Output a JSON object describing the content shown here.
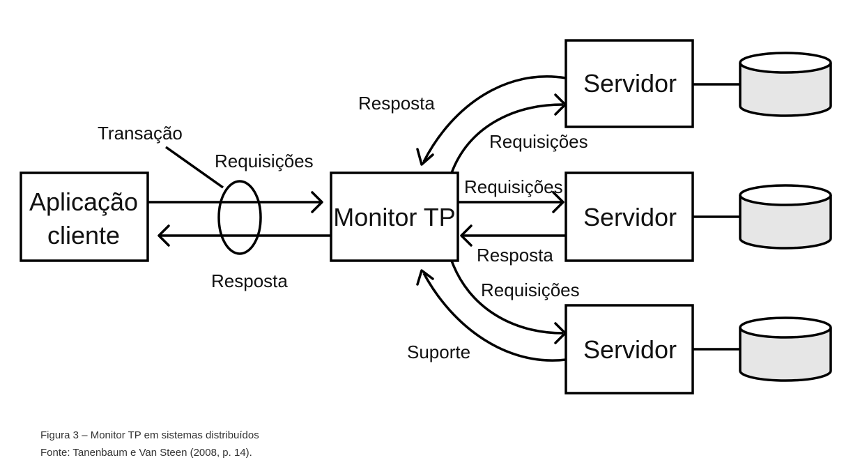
{
  "boxes": {
    "client_line1": "Aplicação",
    "client_line2": "cliente",
    "monitor": "Monitor TP",
    "server_top": "Servidor",
    "server_middle": "Servidor",
    "server_bottom": "Servidor"
  },
  "labels": {
    "transaction": "Transação",
    "client_requests": "Requisições",
    "client_response": "Resposta",
    "top_response": "Resposta",
    "top_requests": "Requisições",
    "middle_requests": "Requisições",
    "middle_response": "Resposta",
    "bottom_requests": "Requisições",
    "bottom_support": "Suporte"
  },
  "caption": {
    "title": "Figura 3 – Monitor TP em sistemas distribuídos",
    "source": "Fonte: Tanenbaum e Van Steen (2008, p. 14)."
  }
}
